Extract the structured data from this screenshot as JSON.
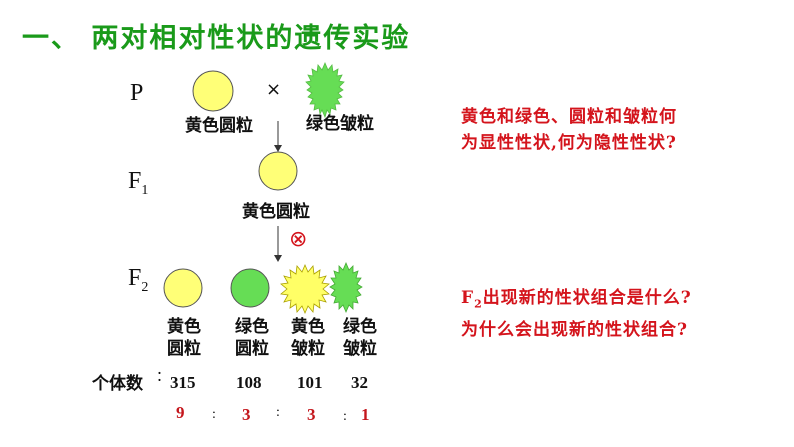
{
  "title": "一、 两对相对性状的遗传实验",
  "generations": {
    "p": "P",
    "f1_base": "F",
    "f1_sub": "1",
    "f2_base": "F",
    "f2_sub": "2"
  },
  "cross_symbol": "×",
  "self_cross_symbol": "⊗",
  "p_labels": {
    "yellow_round": "黄色圆粒",
    "green_wrinkled": "绿色皱粒"
  },
  "f1_label": "黄色圆粒",
  "f2_phenotypes": [
    {
      "line1": "黄色",
      "line2": "圆粒",
      "count": "315",
      "ratio": "9"
    },
    {
      "line1": "绿色",
      "line2": "圆粒",
      "count": "108",
      "ratio": "3"
    },
    {
      "line1": "黄色",
      "line2": "皱粒",
      "count": "101",
      "ratio": "3"
    },
    {
      "line1": "绿色",
      "line2": "皱粒",
      "count": "32",
      "ratio": "1"
    }
  ],
  "count_label": "个体数",
  "count_colon": "：",
  "ratio_colon": ":",
  "questions": {
    "q1_line1": "黄色和绿色、圆粒和皱粒何",
    "q1_line2": "为显性性状,何为隐性性状?",
    "q2_line1_base": "F",
    "q2_line1_sub": "2",
    "q2_line1_rest": "出现新的性状组合是什么?",
    "q2_line2": "为什么会出现新的性状组合?"
  },
  "colors": {
    "title": "#1a9a1a",
    "yellow": "#ffff77",
    "green": "#66dd55",
    "question_red": "#d4141c",
    "ratio_red": "#c4161c"
  }
}
